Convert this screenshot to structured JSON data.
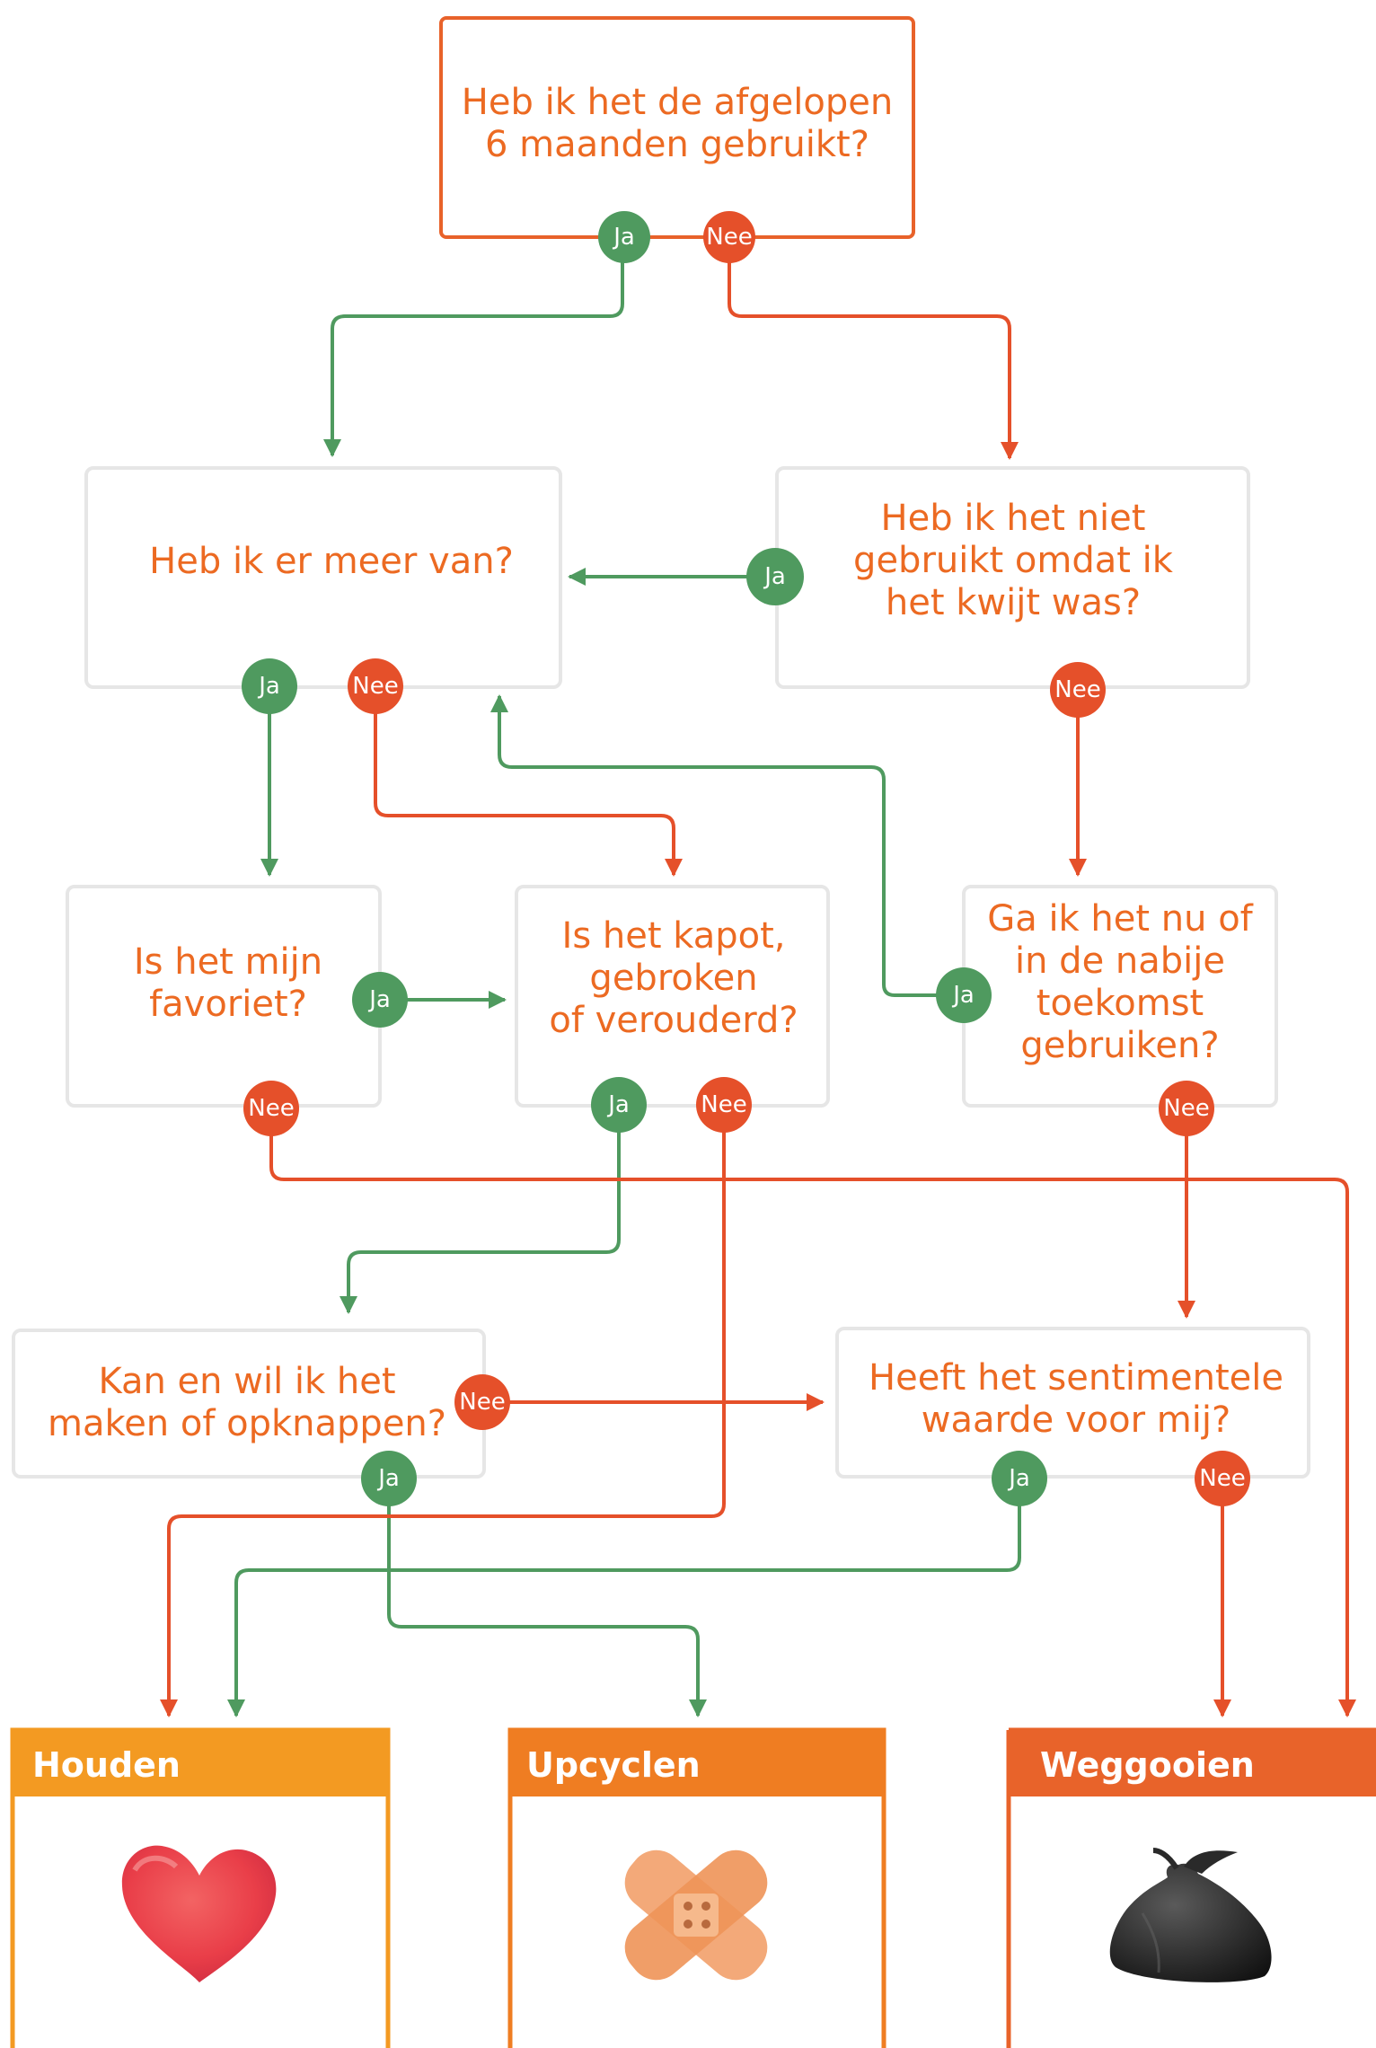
{
  "colors": {
    "question_text": "#ec6a22",
    "top_box_border": "#e8622a",
    "box_border": "#e6e6e6",
    "yes": "#4f9a5f",
    "no": "#e5502a",
    "houden": "#f39a22",
    "upcyclen": "#ef7d22",
    "weggooien": "#e8632a"
  },
  "labels": {
    "yes": "Ja",
    "no": "Nee"
  },
  "questions": {
    "q1": {
      "lines": [
        "Heb ik het de afgelopen",
        "6 maanden gebruikt?"
      ]
    },
    "q2": {
      "lines": [
        "Heb ik er meer van?"
      ]
    },
    "q3": {
      "lines": [
        "Heb ik het niet",
        "gebruikt omdat ik",
        "het kwijt was?"
      ]
    },
    "q4": {
      "lines": [
        "Is het mijn",
        "favoriet?"
      ]
    },
    "q5": {
      "lines": [
        "Is het kapot,",
        "gebroken",
        "of verouderd?"
      ]
    },
    "q6": {
      "lines": [
        "Ga ik het nu of",
        "in de nabije",
        "toekomst",
        "gebruiken?"
      ]
    },
    "q7": {
      "lines": [
        "Kan en wil ik het",
        "maken of opknappen?"
      ]
    },
    "q8": {
      "lines": [
        "Heeft het sentimentele",
        "waarde voor mij?"
      ]
    }
  },
  "outcomes": {
    "houden": {
      "title": "Houden",
      "icon": "heart-icon"
    },
    "upcyclen": {
      "title": "Upcyclen",
      "icon": "bandage-icon"
    },
    "weggooien": {
      "title": "Weggooien",
      "icon": "trash-bag-icon"
    }
  }
}
